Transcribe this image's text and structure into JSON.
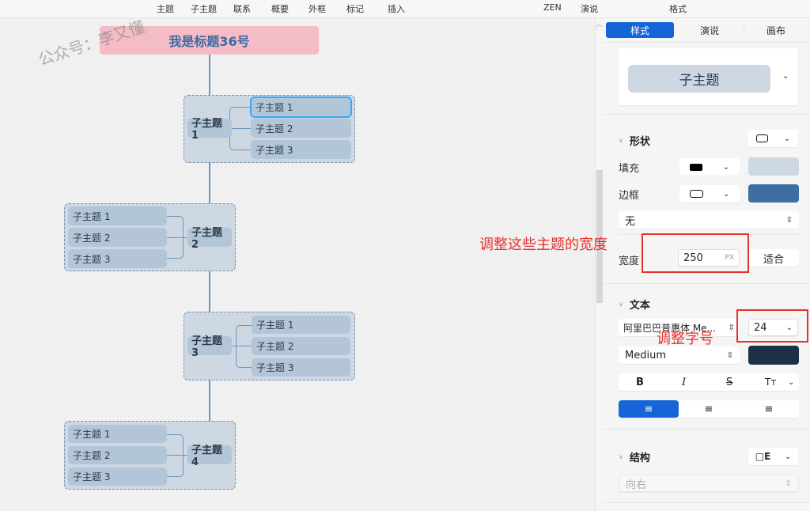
{
  "toolbar": {
    "items": [
      "主题",
      "子主题",
      "联系",
      "概要",
      "外框",
      "标记",
      "插入",
      "ZEN",
      "演说",
      "格式"
    ]
  },
  "canvas": {
    "watermark": "公众号：李又懂",
    "root_topic": "我是标题36号",
    "groups": [
      {
        "main": "子主题 1",
        "children": [
          "子主题 1",
          "子主题 2",
          "子主题 3"
        ],
        "selected_child": 0
      },
      {
        "main": "子主题 2",
        "children": [
          "子主题 1",
          "子主题 2",
          "子主题 3"
        ]
      },
      {
        "main": "子主题 3",
        "children": [
          "子主题 1",
          "子主题 2",
          "子主题 3"
        ]
      },
      {
        "main": "子主题 4",
        "children": [
          "子主题 1",
          "子主题 2",
          "子主题 3"
        ]
      }
    ]
  },
  "panel": {
    "tabs": [
      "样式",
      "演说",
      "画布"
    ],
    "active_tab": "样式",
    "style_preview": "子主题",
    "shape": {
      "title": "形状",
      "fill_label": "填充",
      "fill_color": "#cdd8e3",
      "border_label": "边框",
      "border_color": "#3d6fa3",
      "line_style": "无",
      "width_label": "宽度",
      "width_value": "250",
      "width_unit": "PX",
      "fit_label": "适合"
    },
    "text": {
      "title": "文本",
      "font_family": "阿里巴巴普惠体 Me...",
      "font_size": "24",
      "font_weight": "Medium",
      "text_color": "#1c3048",
      "bold": "B",
      "italic": "I",
      "strike": "S",
      "case": "Tт"
    },
    "structure": {
      "title": "结构",
      "direction": "向右"
    }
  },
  "annotations": {
    "width_note": "调整这些主题的宽度",
    "font_size_note": "调整字号"
  },
  "colors": {
    "accent": "#1565d8",
    "annotation": "#e8302a",
    "root_fill": "#f3bcc6",
    "topic_fill": "#b3c6d8",
    "connector": "#6a95c0"
  }
}
